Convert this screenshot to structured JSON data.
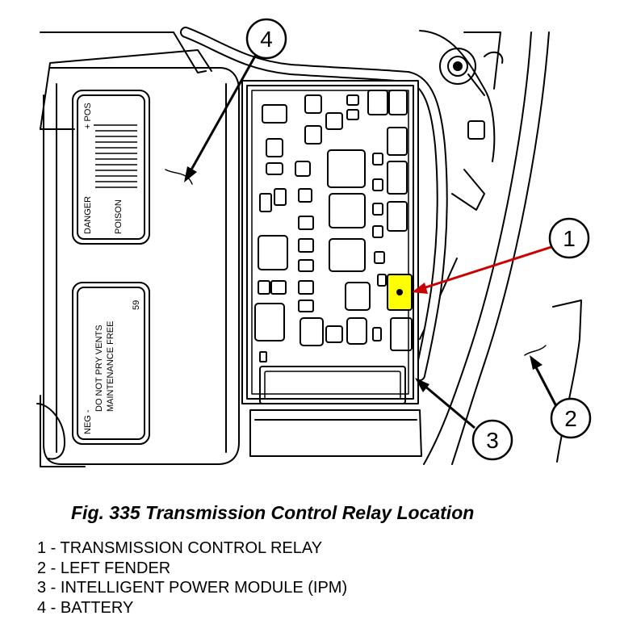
{
  "caption": "Fig. 335 Transmission Control Relay Location",
  "callouts": [
    "1",
    "2",
    "3",
    "4"
  ],
  "legend": [
    {
      "num": "1",
      "text": "TRANSMISSION CONTROL RELAY"
    },
    {
      "num": "2",
      "text": "LEFT FENDER"
    },
    {
      "num": "3",
      "text": "INTELLIGENT POWER MODULE (IPM)"
    },
    {
      "num": "4",
      "text": "BATTERY"
    }
  ],
  "battery_labels": {
    "pos": "+ POS",
    "danger": "DANGER",
    "poison": "POISON",
    "neg": "NEG -",
    "warning1": "DO NOT PRY VENTS",
    "warning2": "MAINTENANCE FREE",
    "code": "59"
  },
  "colors": {
    "highlight": "#ffff00",
    "arrow_red": "#cc0000",
    "line": "#000000"
  },
  "icons": [
    "battery",
    "fuse-box",
    "relay",
    "fender"
  ]
}
